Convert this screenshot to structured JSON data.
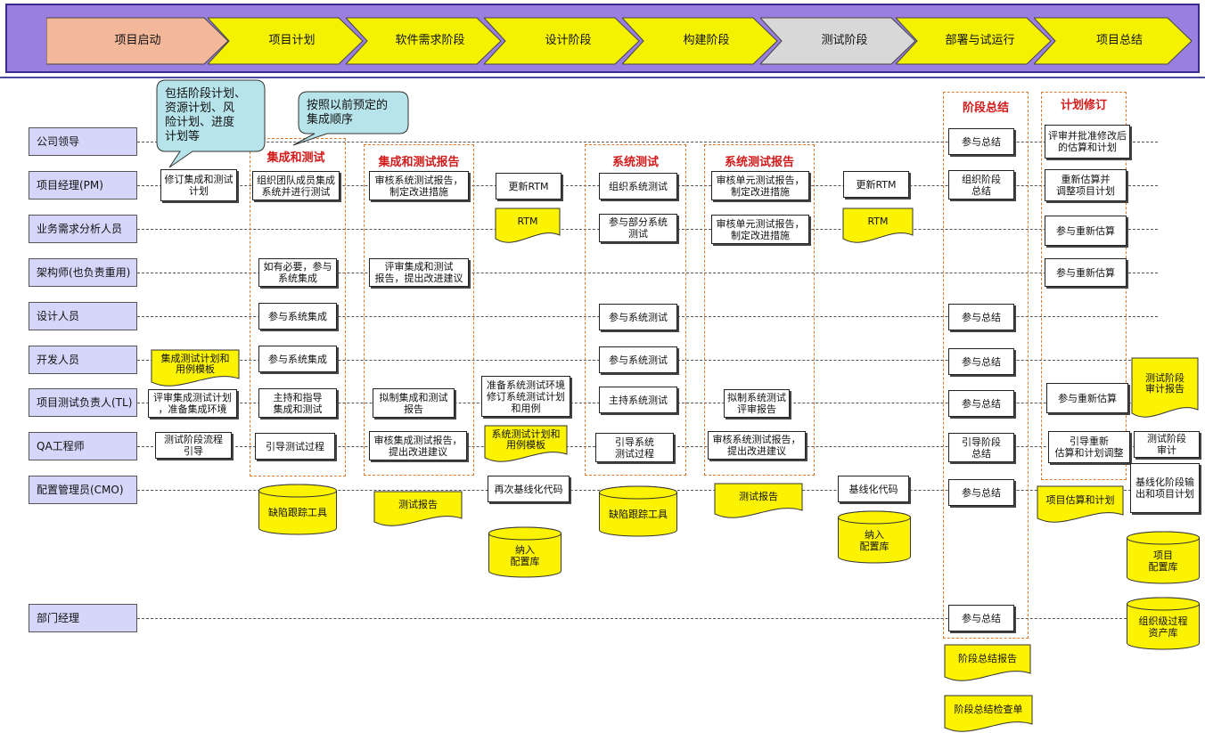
{
  "colors": {
    "header_bg": "#9a7fe0",
    "phase_active": "#f3b79a",
    "phase_fill": "#f4f200",
    "phase_current": "#d8d8d8",
    "role_bg": "#d6d6fb",
    "doc_fill": "#fbf300",
    "group_border": "#e07a2e",
    "group_title": "#d21a1a",
    "callout_fill": "#b7e4ea"
  },
  "phases": [
    "项目启动",
    "项目计划",
    "软件需求阶段",
    "设计阶段",
    "构建阶段",
    "测试阶段",
    "部署与试运行",
    "项目总结"
  ],
  "roles": [
    "公司领导",
    "项目经理(PM)",
    "业务需求分析人员",
    "架构师(也负责重用)",
    "设计人员",
    "开发人员",
    "项目测试负责人(TL)",
    "QA工程师",
    "配置管理员(CMO)",
    "部门经理"
  ],
  "groups": {
    "integration": "集成和测试",
    "integration_report": "集成和测试报告",
    "system_test": "系统测试",
    "system_report": "系统测试报告",
    "stage_summary": "阶段总结",
    "plan_revision": "计划修订"
  },
  "callouts": {
    "plan_note": "包括阶段计划、\n资源计划、风\n险计划、进度\n计划等",
    "sequence_note": "按照以前预定的\n集成顺序"
  },
  "boxes": {
    "revise_plan": "修订集成和测试\n计划",
    "org_team": "组织团队成员集成\n系统并进行测试",
    "join_integration_arch": "如有必要，参与\n系统集成",
    "join_integration_design": "参与系统集成",
    "join_integration_dev": "参与系统集成",
    "lead_integration": "主持和指导\n集成和测试",
    "guide_test": "引导测试过程",
    "review_int_report_pm": "审核系统测试报告，\n制定改进措施",
    "eval_int_report": "评审集成和测试\n报告，提出改进建议",
    "draft_int_report": "拟制集成和测试\n报告",
    "review_int_report_qa": "审核集成测试报告，\n提出改进建议",
    "update_rtm_1": "更新RTM",
    "prepare_env": "准备系统测试环境\n修订系统测试计划\n和用例",
    "rebaseline": "再次基线化代码",
    "org_system_test": "组织系统测试",
    "join_part_test": "参与部分系统\n测试",
    "join_sys_test_design": "参与系统测试",
    "join_sys_test_dev": "参与系统测试",
    "lead_sys_test": "主持系统测试",
    "guide_sys_test": "引导系统\n测试过程",
    "review_unit_report_pm": "审核单元测试报告，\n制定改进措施",
    "review_unit_report_ba": "审核单元测试报告，\n制定改进措施",
    "draft_sys_report": "拟制系统测试\n评审报告",
    "review_sys_report_qa": "审核系统测试报告，\n提出改进建议",
    "update_rtm_2": "更新RTM",
    "baseline_code": "基线化代码",
    "eval_test_plan": "评审集成测试计划\n，准备集成环境",
    "test_flow_guide": "测试阶段流程\n引导",
    "join_sum_leader": "参与总结",
    "org_stage_sum": "组织阶段\n总结",
    "join_sum_design": "参与总结",
    "join_sum_dev": "参与总结",
    "join_sum_tl": "参与总结",
    "guide_stage_sum": "引导阶段\n总结",
    "join_sum_cmo": "参与总结",
    "join_sum_dept": "参与总结",
    "approve_estimate": "评审并批准修改后\n的估算和计划",
    "re_estimate": "重新估算并\n调整项目计划",
    "join_re_est_ba": "参与重新估算",
    "join_re_est_arch": "参与重新估算",
    "join_re_est_tl": "参与重新估算",
    "guide_re_est": "引导重新\n估算和计划调整",
    "stage_audit": "测试阶段\n审计",
    "baseline_output": "基线化阶段输\n出和项目计划"
  },
  "docs": {
    "rtm_1": "RTM",
    "rtm_2": "RTM",
    "int_test_plan_tpl": "集成测试计划和\n用例模板",
    "sys_test_plan_tpl": "系统测试计划和\n用例模板",
    "test_report_1": "测试报告",
    "test_report_2": "测试报告",
    "stage_sum_report": "阶段总结报告",
    "stage_sum_checklist": "阶段总结检查单",
    "proj_est_plan": "项目估算和计划",
    "test_audit_report": "测试阶段\n审计报告"
  },
  "cylinders": {
    "defect_tool_1": "缺陷跟踪工具",
    "defect_tool_2": "缺陷跟踪工具",
    "config_lib_1": "纳入\n配置库",
    "config_lib_2": "纳入\n配置库",
    "project_config_lib": "项目\n配置库",
    "org_asset_lib": "组织级过程\n资产库"
  }
}
